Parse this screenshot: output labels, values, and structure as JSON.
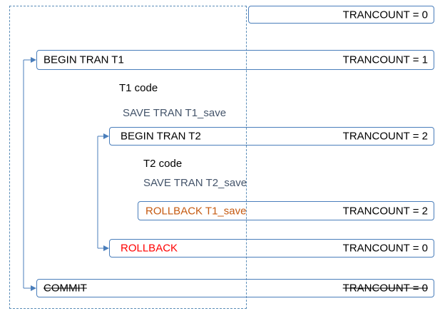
{
  "colors": {
    "box_border": "#4a7ebb",
    "dashed_frame": "#5b8db8",
    "connector": "#4a7ebb",
    "save_text": "#44546a",
    "rollback_partial": "#c55a11",
    "rollback_full": "#ff0000",
    "text": "#000000"
  },
  "boxes": {
    "initial": {
      "count": "TRANCOUNT = 0"
    },
    "begin_t1": {
      "label": "BEGIN TRAN T1",
      "count": "TRANCOUNT = 1"
    },
    "begin_t2": {
      "label": "BEGIN TRAN T2",
      "count": "TRANCOUNT = 2"
    },
    "rollback_t1_save": {
      "label": "ROLLBACK T1_save",
      "count": "TRANCOUNT = 2"
    },
    "rollback": {
      "label": "ROLLBACK",
      "count": "TRANCOUNT = 0"
    },
    "commit": {
      "label": "COMMIT",
      "count": "TRANCOUNT = 0"
    }
  },
  "statements": {
    "t1_code": "T1 code",
    "save_t1": "SAVE TRAN T1_save",
    "t2_code": "T2 code",
    "save_t2": "SAVE TRAN T2_save"
  }
}
